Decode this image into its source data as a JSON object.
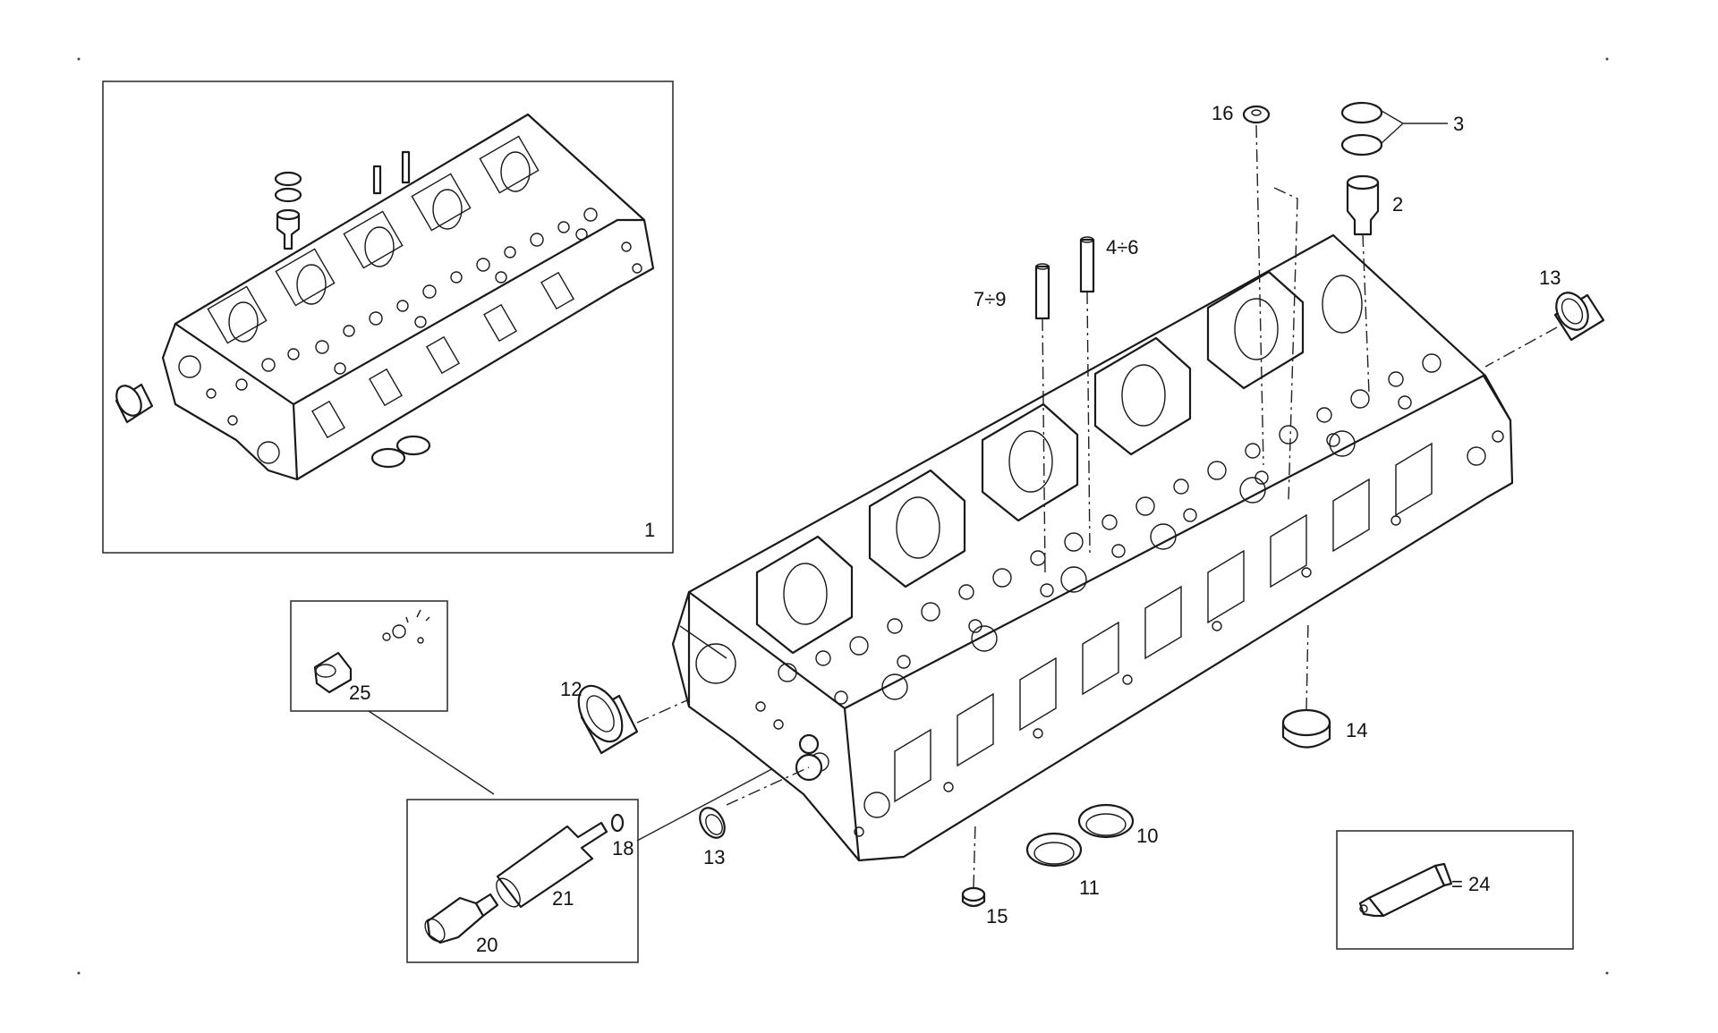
{
  "callouts": {
    "c1": "1",
    "c2": "2",
    "c3": "3",
    "c4_6": "4÷6",
    "c7_9": "7÷9",
    "c10": "10",
    "c11": "11",
    "c12": "12",
    "c13a": "13",
    "c13b": "13",
    "c14": "14",
    "c15": "15",
    "c16": "16",
    "c18": "18",
    "c20": "20",
    "c21": "21",
    "c24": "= 24",
    "c25": "25"
  }
}
